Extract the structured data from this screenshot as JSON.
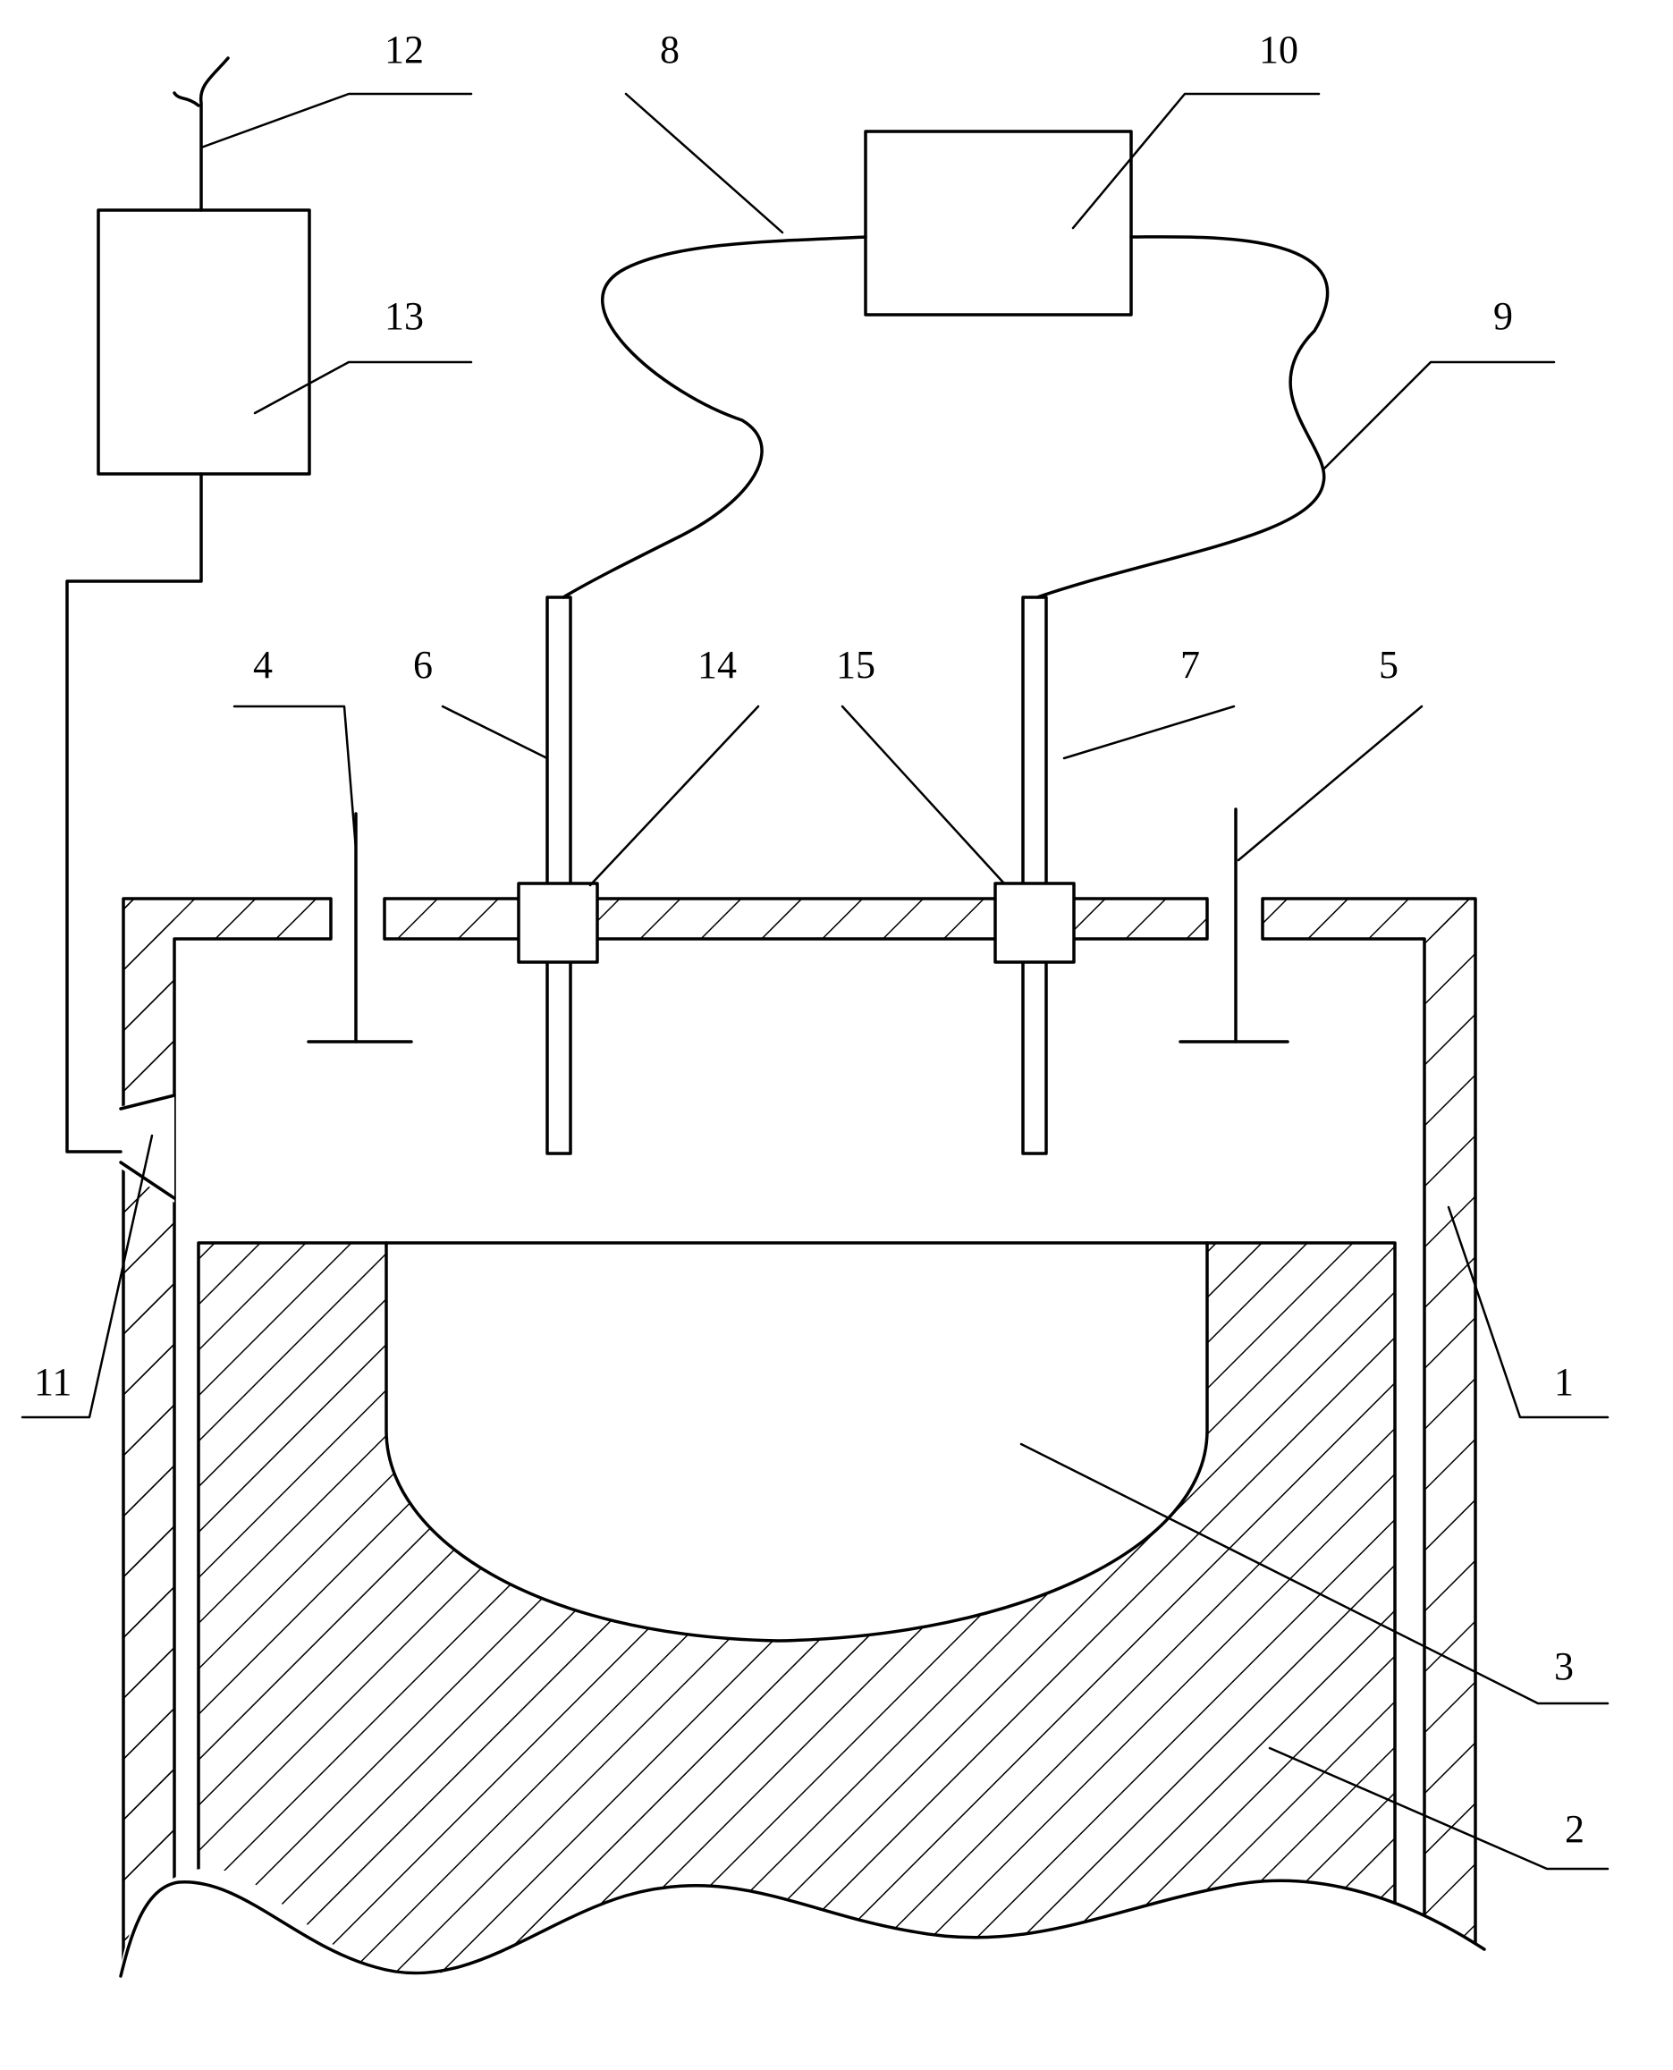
{
  "diagram": {
    "line_color": "#000000",
    "background": "#ffffff",
    "labels": {
      "l1": "1",
      "l2": "2",
      "l3": "3",
      "l4": "4",
      "l5": "5",
      "l6": "6",
      "l7": "7",
      "l8": "8",
      "l9": "9",
      "l10": "10",
      "l11": "11",
      "l12": "12",
      "l13": "13",
      "l14": "14",
      "l15": "15"
    }
  }
}
